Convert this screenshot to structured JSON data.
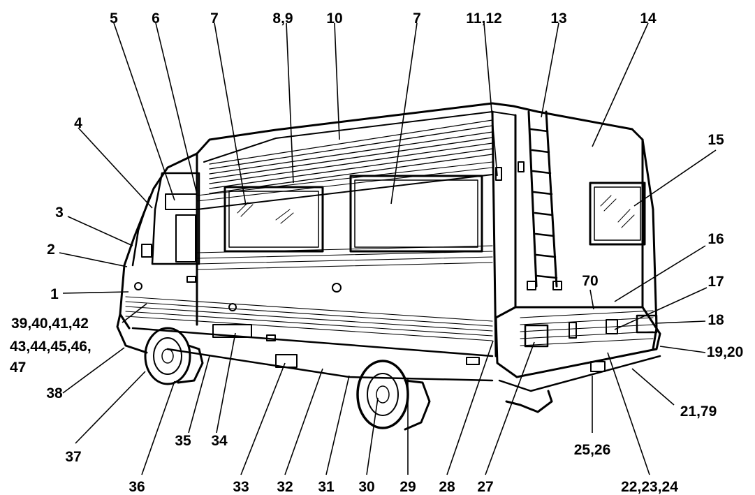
{
  "diagram": {
    "labels": [
      {
        "id": "5",
        "text": "5"
      },
      {
        "id": "6",
        "text": "6"
      },
      {
        "id": "7a",
        "text": "7"
      },
      {
        "id": "89",
        "text": "8,9"
      },
      {
        "id": "10",
        "text": "10"
      },
      {
        "id": "7b",
        "text": "7"
      },
      {
        "id": "1112",
        "text": "11,12"
      },
      {
        "id": "13",
        "text": "13"
      },
      {
        "id": "14",
        "text": "14"
      },
      {
        "id": "4",
        "text": "4"
      },
      {
        "id": "15",
        "text": "15"
      },
      {
        "id": "3",
        "text": "3"
      },
      {
        "id": "2",
        "text": "2"
      },
      {
        "id": "16",
        "text": "16"
      },
      {
        "id": "70",
        "text": "70"
      },
      {
        "id": "17",
        "text": "17"
      },
      {
        "id": "1",
        "text": "1"
      },
      {
        "id": "18",
        "text": "18"
      },
      {
        "id": "39-42",
        "text": "39,40,41,42"
      },
      {
        "id": "19-20",
        "text": "19,20"
      },
      {
        "id": "43-46",
        "text": "43,44,45,46,"
      },
      {
        "id": "47",
        "text": "47"
      },
      {
        "id": "38",
        "text": "38"
      },
      {
        "id": "21-79",
        "text": "21,79"
      },
      {
        "id": "37",
        "text": "37"
      },
      {
        "id": "35",
        "text": "35"
      },
      {
        "id": "34",
        "text": "34"
      },
      {
        "id": "25-26",
        "text": "25,26"
      },
      {
        "id": "36",
        "text": "36"
      },
      {
        "id": "33",
        "text": "33"
      },
      {
        "id": "32",
        "text": "32"
      },
      {
        "id": "31",
        "text": "31"
      },
      {
        "id": "30",
        "text": "30"
      },
      {
        "id": "29",
        "text": "29"
      },
      {
        "id": "28",
        "text": "28"
      },
      {
        "id": "27",
        "text": "27"
      },
      {
        "id": "22-24",
        "text": "22,23,24"
      }
    ]
  }
}
